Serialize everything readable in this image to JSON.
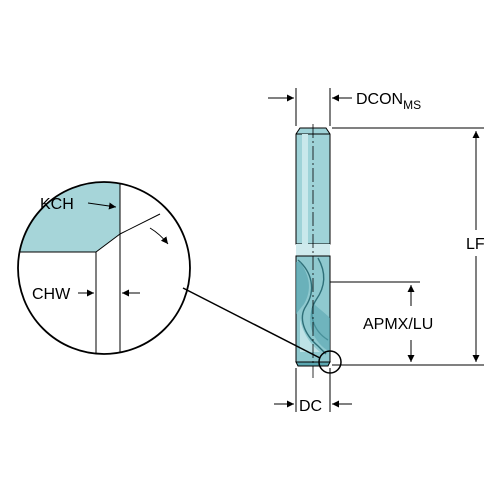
{
  "labels": {
    "dcon": "DCON",
    "dcon_sub": "MS",
    "lf": "LF",
    "apmx_lu": "APMX/LU",
    "dc": "DC",
    "kch": "KCH",
    "chw": "CHW"
  },
  "colors": {
    "tool_fill": "#9fd3d8",
    "tool_dark": "#5aa6b0",
    "detail_fill": "#a6d5d9",
    "line": "#000000",
    "background": "#ffffff"
  }
}
